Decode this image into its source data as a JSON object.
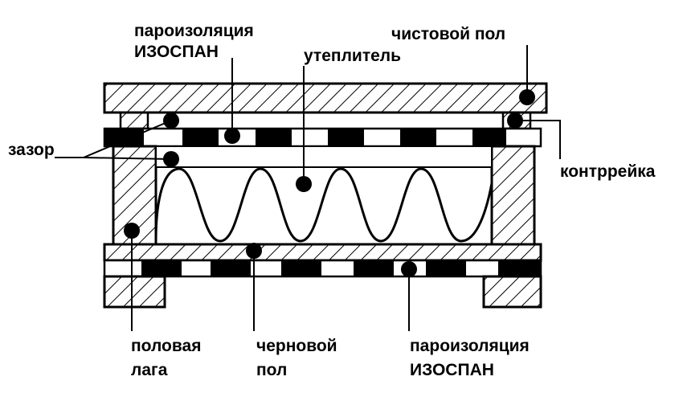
{
  "diagram": {
    "labels": {
      "vapor_top_line1": "пароизоляция",
      "vapor_top_line2": "ИЗОСПАН",
      "insulation": "утеплитель",
      "finish_floor": "чистовой пол",
      "gap": "зазор",
      "counter_batten": "контррейка",
      "joist_line1": "половая",
      "joist_line2": "лага",
      "subfloor_line1": "черновой",
      "subfloor_line2": "пол",
      "vapor_bottom_line1": "пароизоляция",
      "vapor_bottom_line2": "ИЗОСПАН"
    },
    "colors": {
      "ink": "#000000",
      "background": "#ffffff"
    }
  }
}
